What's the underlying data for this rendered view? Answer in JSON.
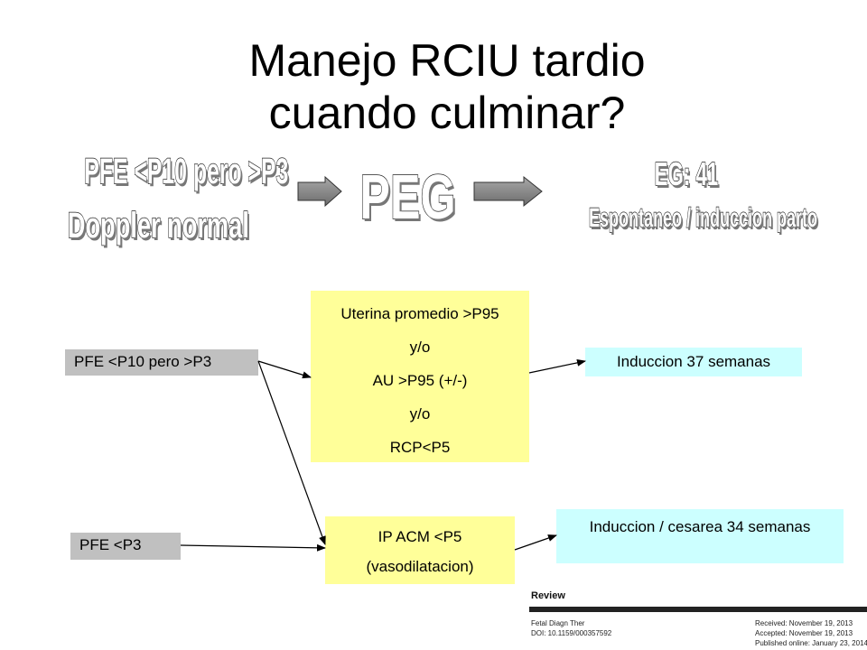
{
  "title": {
    "line1": "Manejo RCIU tardio",
    "line2": "cuando culminar?"
  },
  "wordart": {
    "left_line1": "PFE <P10 pero >P3",
    "left_line2": "Doppler normal",
    "center": "PEG",
    "right_line1": "EG: 41",
    "right_line2": "Espontaneo / induccion parto"
  },
  "nodes": {
    "pfe_p10_p3": "PFE <P10 pero >P3",
    "pfe_p3": "PFE <P3",
    "doppler_criteria": [
      "Uterina promedio >P95",
      "y/o",
      "AU >P95 (+/-)",
      "y/o",
      "RCP<P5"
    ],
    "ip_acm": [
      "IP ACM <P5",
      "(vasodilatacion)"
    ],
    "induccion_37": "Induccion 37 semanas",
    "induccion_34": "Induccion / cesarea 34 semanas"
  },
  "review": {
    "label": "Review",
    "journal": "Fetal Diagn Ther",
    "doi": "DOI: 10.1159/000357592",
    "received": "Received: November 19, 2013",
    "accepted": "Accepted: November 19, 2013",
    "published": "Published online: January 23, 2014"
  },
  "colors": {
    "gray_box": "#c0c0c0",
    "yellow_box": "#ffff99",
    "cyan_box": "#ccffff",
    "block_arrow": "#888888"
  }
}
